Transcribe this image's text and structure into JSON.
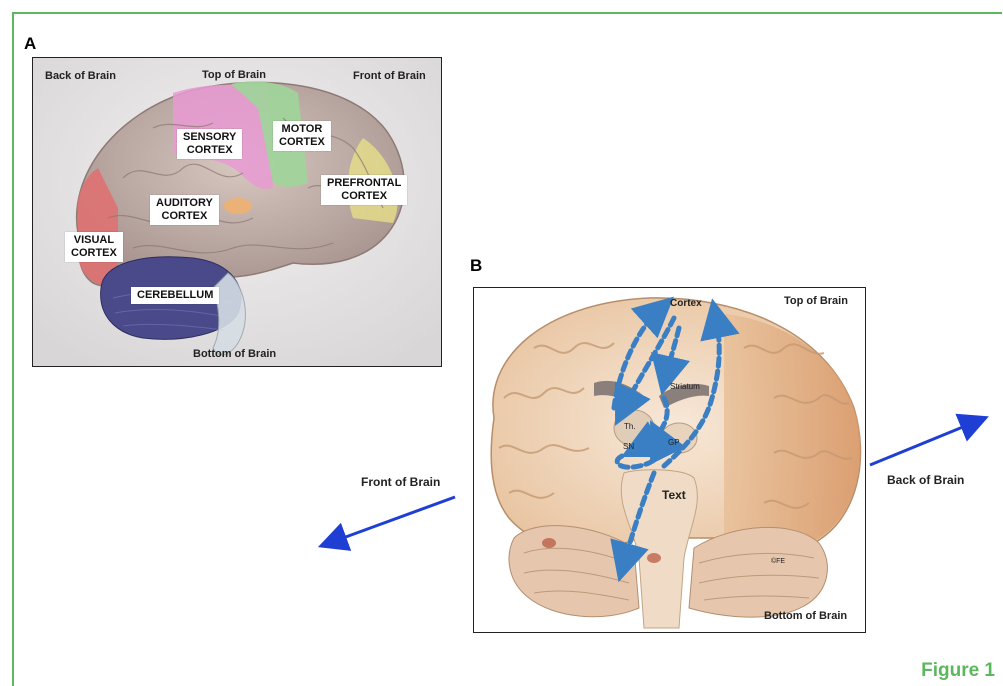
{
  "figure": {
    "caption": "Figure 1"
  },
  "panel_a": {
    "letter": "A",
    "orientation": {
      "back": "Back of Brain",
      "top": "Top of Brain",
      "front": "Front of Brain",
      "bottom": "Bottom of Brain"
    },
    "regions": {
      "sensory": "SENSORY\nCORTEX",
      "motor": "MOTOR\nCORTEX",
      "prefrontal": "PREFRONTAL\nCORTEX",
      "auditory": "AUDITORY\nCORTEX",
      "visual": "VISUAL\nCORTEX",
      "cerebellum": "CEREBELLUM"
    },
    "colors": {
      "sensory": "#e89ad2",
      "motor": "#9fd59a",
      "prefrontal": "#e6df88",
      "auditory": "#f0b070",
      "visual": "#e07070",
      "cerebellum": "#4a4a8a",
      "brain": "#c9b8b0"
    }
  },
  "panel_b": {
    "letter": "B",
    "orientation": {
      "top": "Top of Brain",
      "bottom": "Bottom of Brain"
    },
    "structures": {
      "cortex": "Cortex",
      "striatum": "Striatum",
      "thalamus": "Th.",
      "sn": "SN",
      "gp": "GP",
      "text": "Text",
      "signature": "©FE"
    },
    "arrow_color": "#3a7fc4"
  },
  "external": {
    "front": "Front of Brain",
    "back": "Back of Brain",
    "arrow_color": "#1f3fd4"
  }
}
